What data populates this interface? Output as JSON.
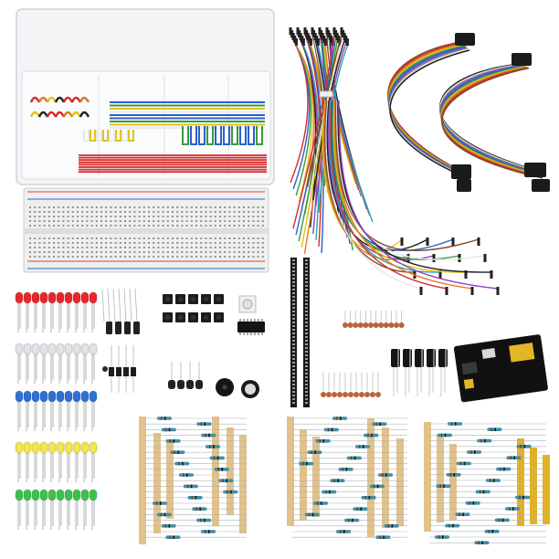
{
  "photo": {
    "background": "#ffffff",
    "colors": {
      "case": "#f4f4f6",
      "case_edge": "#cfd3d8",
      "breadboard": "#eef0ee",
      "breadboard_red_rail": "#e23b3b",
      "breadboard_blue_rail": "#2d5fd0",
      "pin_header": "#1a1a1a",
      "led_red": "#e8262a",
      "led_white": "#dfe3e8",
      "led_blue": "#2f6fd8",
      "led_yellow": "#f2e64a",
      "led_green": "#3cc24a",
      "resistor_tape": "#e2c28a",
      "resistor_body": "#3f8fa6",
      "capacitor_ceramic": "#b9643c",
      "capacitor_electrolytic": "#151515",
      "power_module_pcb": "#111111",
      "power_module_jack": "#e3b624",
      "wire_red": "#d62b2b",
      "wire_blue": "#2c5fc9",
      "wire_green": "#3a9a3c",
      "wire_yellow": "#e1c21f",
      "wire_orange": "#e07a1f",
      "wire_brown": "#7a4a2a",
      "wire_white": "#e8e8e8",
      "wire_black": "#222222"
    },
    "components": [
      {
        "name": "jumper-wire-kit-case",
        "icon": "storage-box-icon"
      },
      {
        "name": "breadboard",
        "icon": "breadboard-icon"
      },
      {
        "name": "male-male-jumper-wires",
        "icon": "wire-bundle-icon"
      },
      {
        "name": "dupont-ribbon-cables",
        "icon": "ribbon-cable-icon"
      },
      {
        "name": "pin-header-strips",
        "icon": "pin-header-icon"
      },
      {
        "name": "leds",
        "icon": "led-icon",
        "count_per_row": 10,
        "rows": [
          "red",
          "white",
          "blue",
          "yellow",
          "green"
        ]
      },
      {
        "name": "push-buttons",
        "icon": "push-button-icon",
        "count": 10
      },
      {
        "name": "ic-chip",
        "icon": "ic-chip-icon"
      },
      {
        "name": "potentiometer",
        "icon": "potentiometer-icon"
      },
      {
        "name": "buzzers",
        "icon": "buzzer-icon",
        "count": 2
      },
      {
        "name": "transistors",
        "icon": "transistor-icon",
        "count": 4
      },
      {
        "name": "ceramic-capacitors",
        "icon": "capacitor-icon"
      },
      {
        "name": "electrolytic-capacitors",
        "icon": "electrolytic-capacitor-icon",
        "count": 5
      },
      {
        "name": "power-supply-module",
        "icon": "power-module-icon"
      },
      {
        "name": "resistor-strips",
        "icon": "resistor-icon"
      }
    ]
  }
}
